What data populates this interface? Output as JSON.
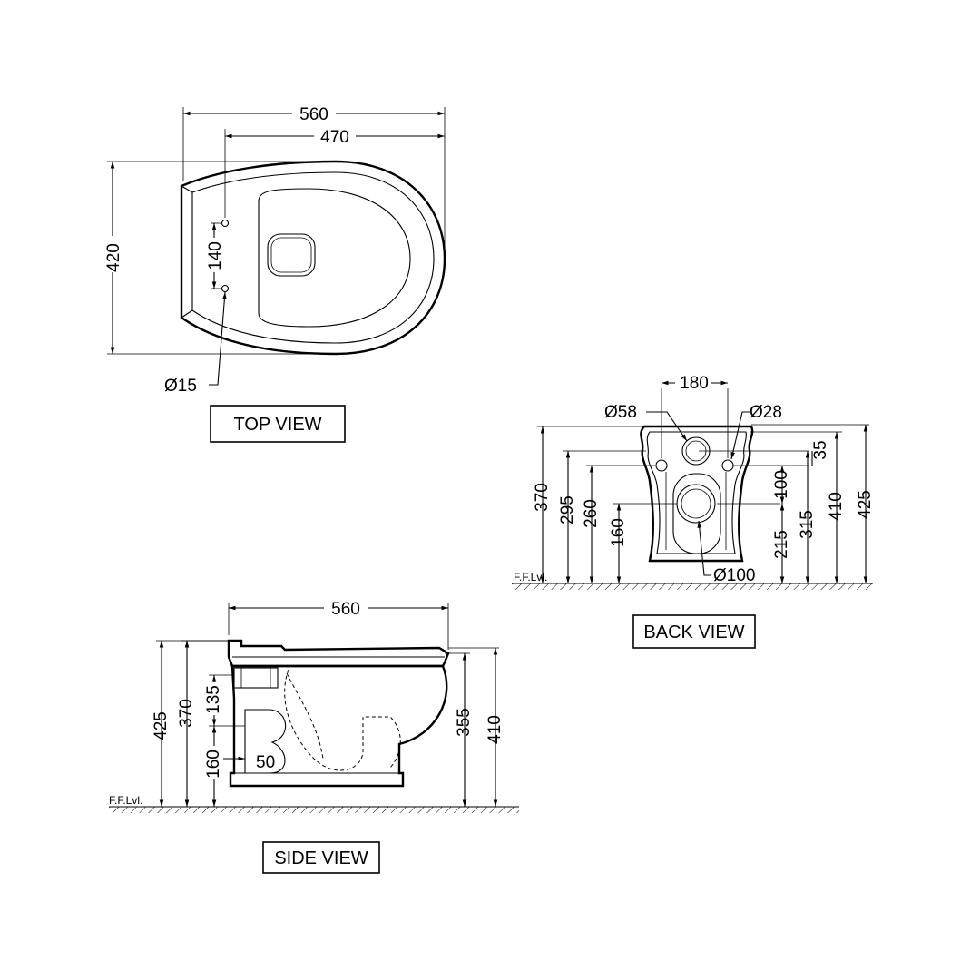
{
  "views": {
    "top": {
      "title": "TOP VIEW",
      "dims": {
        "overall_length": "560",
        "inner_length": "470",
        "width": "420",
        "fixing_spacing": "140",
        "fixing_hole": "Ø15"
      }
    },
    "back": {
      "title": "BACK VIEW",
      "floor_label": "F.F.Lvl.",
      "dims": {
        "top_spacing": "180",
        "inlet_dia": "Ø58",
        "hole_dia": "Ø28",
        "outlet_dia": "Ø100",
        "h370": "370",
        "h295": "295",
        "h260": "260",
        "h160": "160",
        "h35": "35",
        "h100": "100",
        "h215": "215",
        "h315": "315",
        "h410": "410",
        "h425": "425"
      }
    },
    "side": {
      "title": "SIDE VIEW",
      "floor_label": "F.F.Lvl.",
      "dims": {
        "length": "560",
        "h425": "425",
        "h370": "370",
        "h135": "135",
        "h160": "160",
        "d50": "50",
        "h355": "355",
        "h410": "410"
      }
    }
  }
}
